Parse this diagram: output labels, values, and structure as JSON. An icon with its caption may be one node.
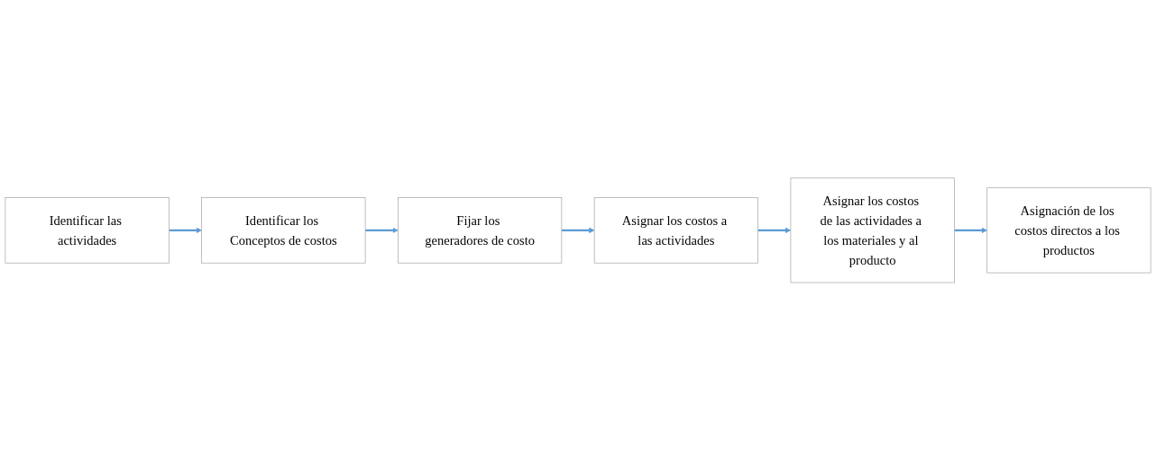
{
  "diagram": {
    "nodes": [
      {
        "text": [
          "Identificar las actividades"
        ]
      },
      {
        "text": [
          "Identificar los Conceptos de costos"
        ]
      },
      {
        "text": [
          "Fijar los generadores de costo"
        ]
      },
      {
        "text": [
          "Asignar los costos a las actividades"
        ]
      },
      {
        "text": [
          "Asignar los costos de las actividades a los materiales y al producto"
        ]
      },
      {
        "text": [
          "Asignación de los costos directos a los productos"
        ]
      }
    ],
    "edges": [
      {
        "from": 0,
        "to": 1,
        "arrow": "to"
      },
      {
        "from": 1,
        "to": 2,
        "arrow": "to"
      },
      {
        "from": 2,
        "to": 3,
        "arrow": "to"
      },
      {
        "from": 3,
        "to": 4,
        "arrow": "to"
      },
      {
        "from": 4,
        "to": 5,
        "arrow": "to"
      }
    ]
  }
}
